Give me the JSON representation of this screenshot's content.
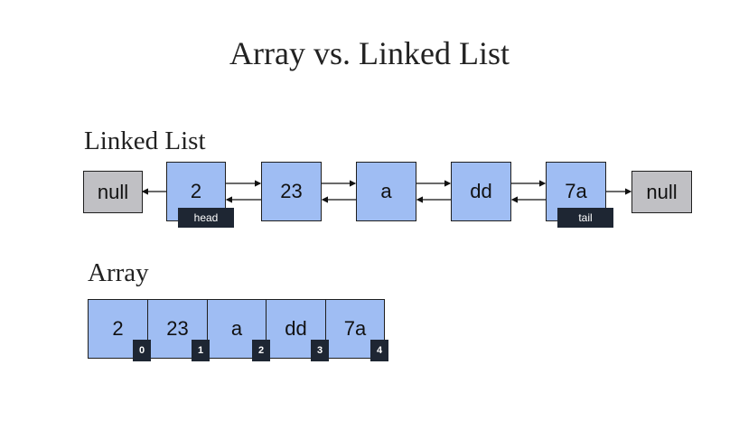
{
  "title": "Array vs. Linked List",
  "linked_list": {
    "label": "Linked List",
    "null_left": "null",
    "null_right": "null",
    "nodes": [
      "2",
      "23",
      "a",
      "dd",
      "7a"
    ],
    "head_tag": "head",
    "tail_tag": "tail"
  },
  "array": {
    "label": "Array",
    "cells": [
      "2",
      "23",
      "a",
      "dd",
      "7a"
    ],
    "indices": [
      "0",
      "1",
      "2",
      "3",
      "4"
    ]
  },
  "colors": {
    "node_fill": "#9fbdf3",
    "null_fill": "#c0c0c4",
    "tag_fill": "#1e2633"
  }
}
